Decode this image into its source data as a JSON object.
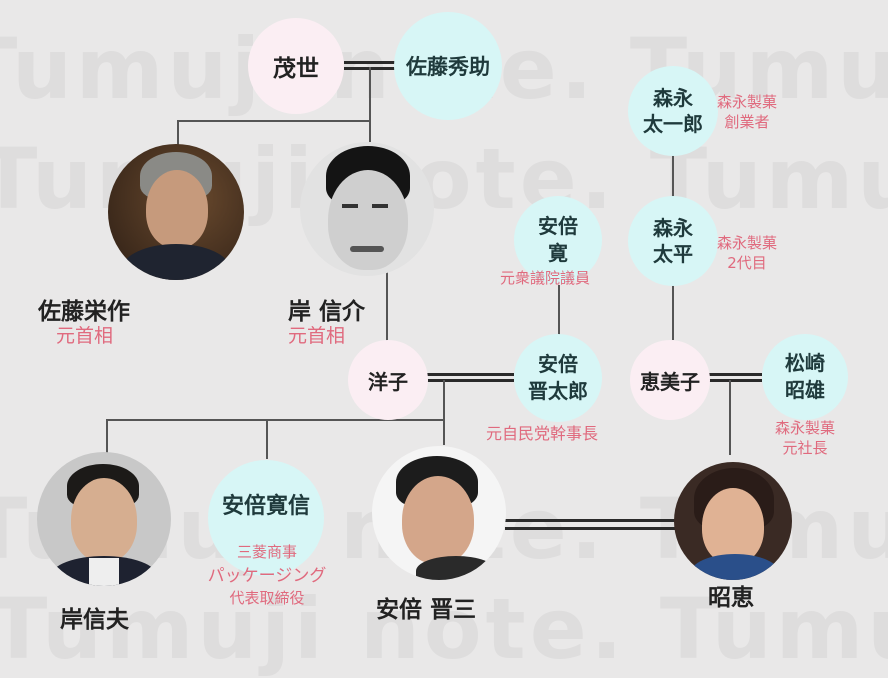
{
  "watermark": {
    "text": "Tumuji note.",
    "rows": [
      "Tumuji note. Tumuji note.",
      "Tumuji note. Tumuji note.",
      "Tumuji note. Tumuji note.",
      "Tumuji note. Tumuji note."
    ]
  },
  "colors": {
    "background": "#e9e8e8",
    "female_node": "#fbeef3",
    "male_node": "#d7f6f6",
    "role_text": "#e06a7e",
    "line": "#555555"
  },
  "people": {
    "shigeyo": {
      "name": "茂世"
    },
    "sato_hidesuke": {
      "name": "佐藤秀助"
    },
    "sato_eisaku": {
      "name": "佐藤栄作",
      "role": "元首相"
    },
    "kishi_nobusuke": {
      "name": "岸 信介",
      "role": "元首相"
    },
    "morinaga_taichiro": {
      "name_line1": "森永",
      "name_line2": "太一郎",
      "role_line1": "森永製菓",
      "role_line2": "創業者"
    },
    "morinaga_taihei": {
      "name_line1": "森永",
      "name_line2": "太平",
      "role_line1": "森永製菓",
      "role_line2": "2代目"
    },
    "abe_kan": {
      "name_line1": "安倍",
      "name_line2": "寛",
      "role": "元衆議院議員"
    },
    "yoko": {
      "name": "洋子"
    },
    "abe_shintaro": {
      "name_line1": "安倍",
      "name_line2": "晋太郎",
      "role": "元自民党幹事長"
    },
    "emiko": {
      "name": "恵美子"
    },
    "matsuzaki_akio": {
      "name_line1": "松崎",
      "name_line2": "昭雄",
      "role_line1": "森永製菓",
      "role_line2": "元社長"
    },
    "kishi_nobuo": {
      "name": "岸信夫"
    },
    "abe_hironobu": {
      "name": "安倍寛信",
      "role_line1": "三菱商事",
      "role_line2": "パッケージング",
      "role_line3": "代表取締役"
    },
    "abe_shinzo": {
      "name": "安倍 晋三"
    },
    "akie": {
      "name": "昭恵"
    }
  }
}
